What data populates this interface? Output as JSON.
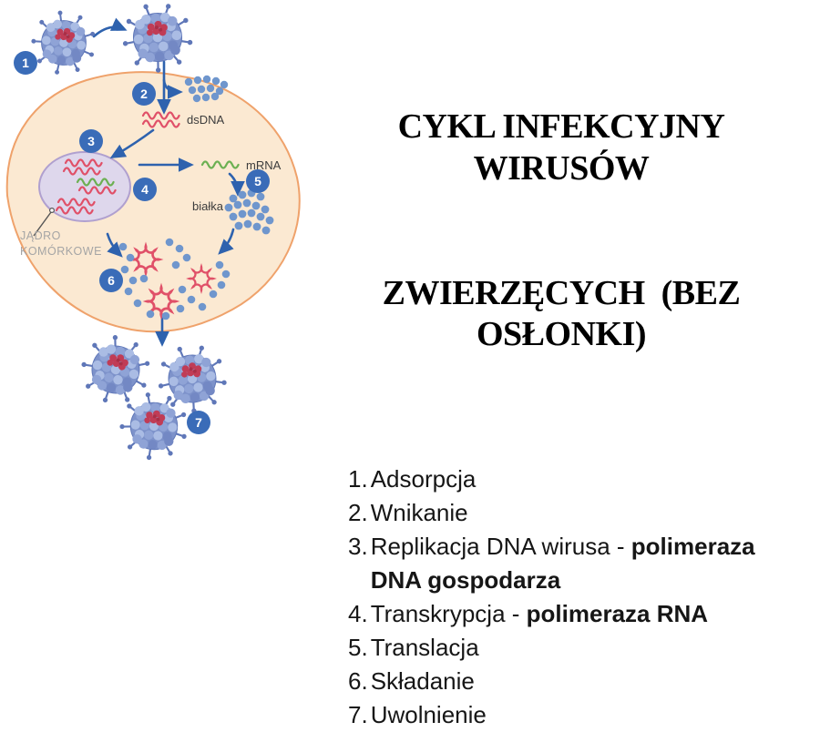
{
  "title": {
    "line1": "CYKL INFEKCYJNY WIRUSÓW",
    "line2": "ZWIERZĘCYCH  (BEZ OSŁONKI)"
  },
  "steps": [
    {
      "num": "1.",
      "text": "Adsorpcja"
    },
    {
      "num": "2.",
      "text": "Wnikanie"
    },
    {
      "num": "3.",
      "text": "Replikacja DNA wirusa - ",
      "bold": "polimeraza",
      "bold2": "DNA gospodarza"
    },
    {
      "num": "4.",
      "text": "Transkrypcja - ",
      "bold": "polimeraza RNA"
    },
    {
      "num": "5.",
      "text": "Translacja"
    },
    {
      "num": "6.",
      "text": "Składanie"
    },
    {
      "num": "7.",
      "text": "Uwolnienie"
    }
  ],
  "diagram": {
    "badges": [
      "1",
      "2",
      "3",
      "4",
      "5",
      "6",
      "7"
    ],
    "labels": {
      "dsdna": "dsDNA",
      "mrna": "mRNA",
      "proteins": "białka",
      "nucleus1": "JĄDRO",
      "nucleus2": "KOMÓRKOWE"
    }
  },
  "colors": {
    "text": "#111111",
    "cell-fill": "#fbe9d2",
    "cell-border": "#efa26b",
    "nucleus-fill": "#ded7ec",
    "nucleus-border": "#b0a0cf",
    "badge": "#3a6cb8",
    "arrow": "#2e62ae",
    "dna-red": "#e05068",
    "rna-green": "#6cb052",
    "dot-blue": "#6f96cd",
    "virus-base": "#7d92ca",
    "virus-light": "#aabce4",
    "virus-mid": "#8fa3d6",
    "virus-dark": "#7388c4",
    "virus-edge": "#5f77b8",
    "virus-core": "#c03c56",
    "virus-core2": "#a82f47",
    "label-dark": "#3c3c3c",
    "label-gray": "#a5a5a5"
  }
}
